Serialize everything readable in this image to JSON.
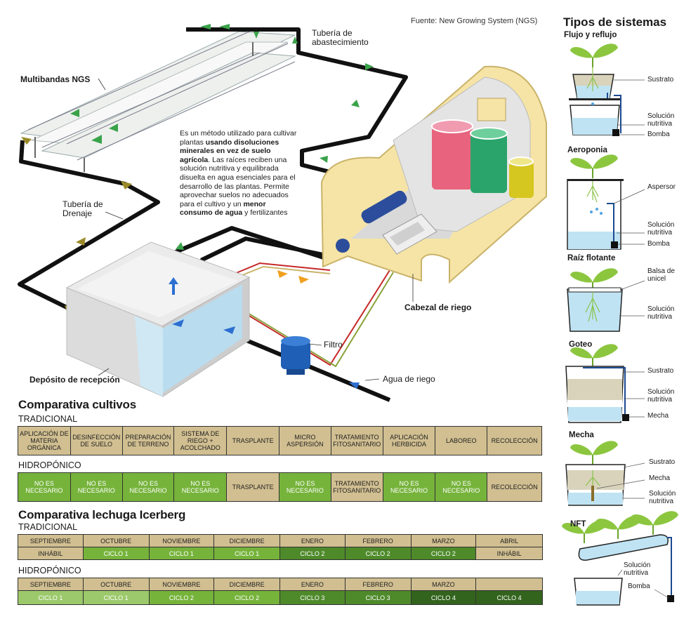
{
  "source": "Fuente: New Growing System (NGS)",
  "diagram": {
    "supply_pipe": "Tubería de abastecimiento",
    "multibands": "Multibandas NGS",
    "drain_pipe": "Tubería de Drenaje",
    "description_parts": [
      {
        "text": "Es un método utilizado para cultivar plantas ",
        "bold": false
      },
      {
        "text": "usando disoluciones minerales en vez de suelo agrícola",
        "bold": true
      },
      {
        "text": ". Las raíces reciben una solución nutritiva y equilibrada disuelta en agua esenciales para el desarrollo de las plantas. Permite aprovechar suelos no adecuados para el cultivo y un ",
        "bold": false
      },
      {
        "text": "menor consumo de agua",
        "bold": true
      },
      {
        "text": " y fertilizantes",
        "bold": false
      }
    ],
    "irrigation_head": "Cabezal de riego",
    "filter": "Filtro",
    "irrigation_water": "Agua de riego",
    "reception_tank": "Depósito de recepción"
  },
  "crops": {
    "title": "Comparativa cultivos",
    "traditional_label": "TRADICIONAL",
    "hydroponic_label": "HIDROPÓNICO",
    "traditional": [
      "APLICACIÓN DE MATERIA ORGÁNICA",
      "DESINFECCIÓN DE SUELO",
      "PREPARACIÓN DE TERRENO",
      "SISTEMA DE RIEGO + ACOLCHADO",
      "TRASPLANTE",
      "MICRO ASPERSIÓN",
      "TRATAMIENTO FITOSANITARIO",
      "APLICACIÓN HERBICIDA",
      "LABOREO",
      "RECOLECCIÓN"
    ],
    "hydroponic": [
      "NO ES NECESARIO",
      "NO ES NECESARIO",
      "NO ES NECESARIO",
      "NO ES NECESARIO",
      "TRASPLANTE",
      "NO ES NECESARIO",
      "TRATAMIENTO FITOSANITARIO",
      "NO ES NECESARIO",
      "NO ES NECESARIO",
      "RECOLECCIÓN"
    ]
  },
  "lettuce": {
    "title": "Comparativa lechuga Icerberg",
    "traditional_label": "TRADICIONAL",
    "hydroponic_label": "HIDROPÓNICO",
    "traditional_months": [
      "SEPTIEMBRE",
      "OCTUBRE",
      "NOVIEMBRE",
      "DICIEMBRE",
      "ENERO",
      "FEBRERO",
      "MARZO",
      "ABRIL"
    ],
    "traditional_cycles": [
      "INHÁBIL",
      "CICLO 1",
      "CICLO 1",
      "CICLO 1",
      "CICLO 2",
      "CICLO 2",
      "CICLO 2",
      "INHÁBIL"
    ],
    "hydroponic_months": [
      "SEPTIEMBRE",
      "OCTUBRE",
      "NOVIEMBRE",
      "DICIEMBRE",
      "ENERO",
      "FEBRERO",
      "MARZO",
      ""
    ],
    "hydroponic_cycles": [
      "CICLO 1",
      "CICLO 1",
      "CICLO 2",
      "CICLO 2",
      "CICLO 3",
      "CICLO 3",
      "CICLO 4",
      "CICLO 4"
    ]
  },
  "systems": {
    "title": "Tipos de sistemas",
    "ebb_flow": {
      "title": "Flujo y reflujo",
      "labels": [
        "Sustrato",
        "Solución nutritiva",
        "Bomba"
      ]
    },
    "aeroponics": {
      "title": "Aeroponia",
      "labels": [
        "Aspersor",
        "Solución nutritiva",
        "Bomba"
      ]
    },
    "floating": {
      "title": "Raíz flotante",
      "labels": [
        "Balsa de unicel",
        "Solución nutritiva"
      ]
    },
    "drip": {
      "title": "Goteo",
      "labels": [
        "Sustrato",
        "Solución nutritiva",
        "Mecha"
      ]
    },
    "wick": {
      "title": "Mecha",
      "labels": [
        "Sustrato",
        "Mecha",
        "Solución nutritiva"
      ]
    },
    "nft": {
      "title": "NFT",
      "labels": [
        "Solución nutritiva",
        "Bomba"
      ]
    }
  },
  "colors": {
    "tan": "#d1bf91",
    "green_light": "#76b33b",
    "green_mid": "#4e8a2a",
    "green_dark": "#33641d",
    "water": "#bfe3f3",
    "cabinet": "#f6e4a6",
    "arrow_green": "#3aa34a",
    "arrow_orange": "#f0a020"
  }
}
